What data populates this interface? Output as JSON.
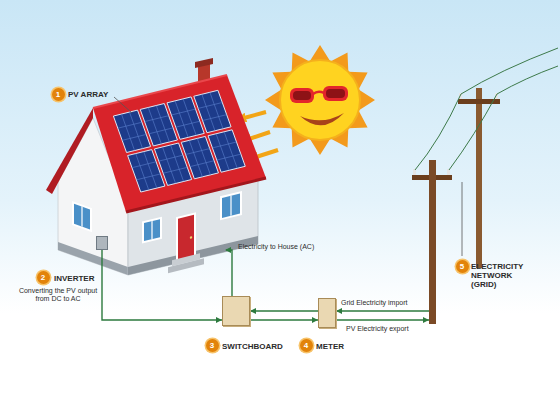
{
  "diagram": {
    "nodes": [
      {
        "text": [
          "PV ARRAY"
        ]
      },
      {
        "text": [
          "INVERTER",
          "Converting the PV output from DC to AC"
        ]
      },
      {
        "text": [
          "SWITCHBOARD"
        ]
      },
      {
        "text": [
          "METER"
        ]
      },
      {
        "text": [
          "ELECTRICITY NETWORK (GRID)"
        ]
      }
    ],
    "edges": [
      {
        "from": 1,
        "to": 2,
        "arrow": "to"
      },
      {
        "from": 2,
        "to": 3,
        "arrow": "to"
      },
      {
        "from": 3,
        "to": 2,
        "arrow": "to"
      },
      {
        "from": 4,
        "to": 3,
        "label": "Grid Electricity import",
        "arrow": "to"
      },
      {
        "from": 3,
        "to": 4,
        "label": "PV Electricity export",
        "arrow": "to"
      }
    ],
    "labels": [
      "1",
      "2",
      "3",
      "4",
      "5",
      "Electricity to House (AC)"
    ]
  }
}
